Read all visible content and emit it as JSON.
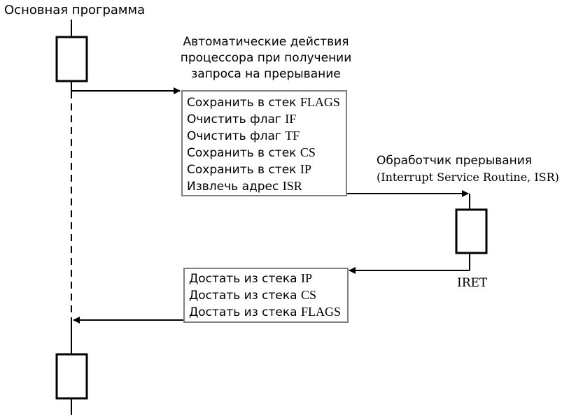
{
  "main_program": {
    "label": "Основная программа"
  },
  "cpu_actions": {
    "heading": [
      "Автоматические действия",
      "процессора при получении",
      "запроса на прерывание"
    ],
    "steps": [
      {
        "label": "Сохранить в стек",
        "operand": "FLAGS"
      },
      {
        "label": "Очистить флаг",
        "operand": "IF"
      },
      {
        "label": "Очистить флаг",
        "operand": "TF"
      },
      {
        "label": "Сохранить в стек",
        "operand": "CS"
      },
      {
        "label": "Сохранить в стек",
        "operand": "IP"
      },
      {
        "label": "Извлечь адрес",
        "operand": "ISR"
      }
    ]
  },
  "isr": {
    "title": "Обработчик прерывания",
    "subtitle": "(Interrupt Service Routine, ISR)",
    "return_label": "IRET"
  },
  "restore": {
    "steps": [
      {
        "label": "Достать из стека",
        "operand": "IP"
      },
      {
        "label": "Достать из стека",
        "operand": "CS"
      },
      {
        "label": "Достать из стека",
        "operand": "FLAGS"
      }
    ]
  }
}
